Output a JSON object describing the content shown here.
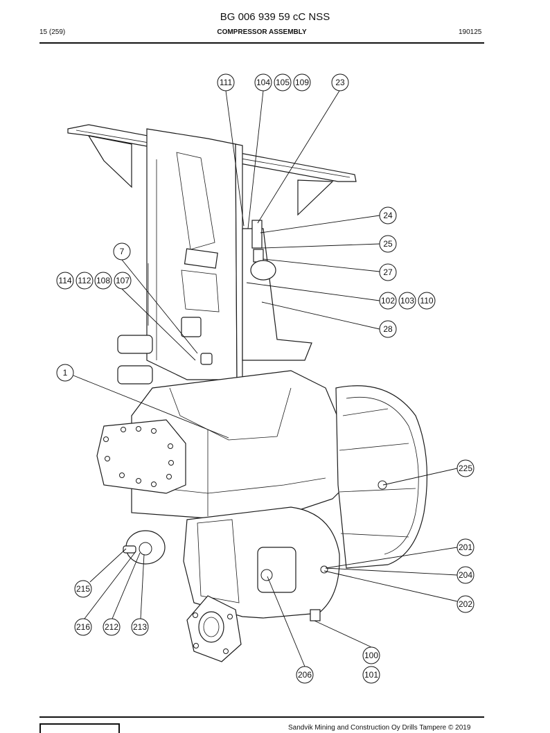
{
  "header": {
    "doc_id": "BG 006 939 59 cC NSS",
    "page": "15 (259)",
    "section_title": "COMPRESSOR ASSEMBLY",
    "date_code": "190125"
  },
  "callouts": {
    "c111": "111",
    "c104": "104",
    "c105": "105",
    "c109": "109",
    "c23": "23",
    "c24": "24",
    "c25": "25",
    "c27": "27",
    "c102": "102",
    "c103": "103",
    "c110": "110",
    "c28": "28",
    "c7": "7",
    "c114": "114",
    "c112": "112",
    "c108": "108",
    "c107": "107",
    "c1": "1",
    "c225": "225",
    "c201": "201",
    "c204": "204",
    "c202": "202",
    "c215": "215",
    "c216": "216",
    "c212": "212",
    "c213": "213",
    "c100": "100",
    "c101": "101",
    "c206": "206"
  },
  "footer": {
    "copyright": "Sandvik Mining and Construction Oy Drills Tampere © 2019"
  }
}
